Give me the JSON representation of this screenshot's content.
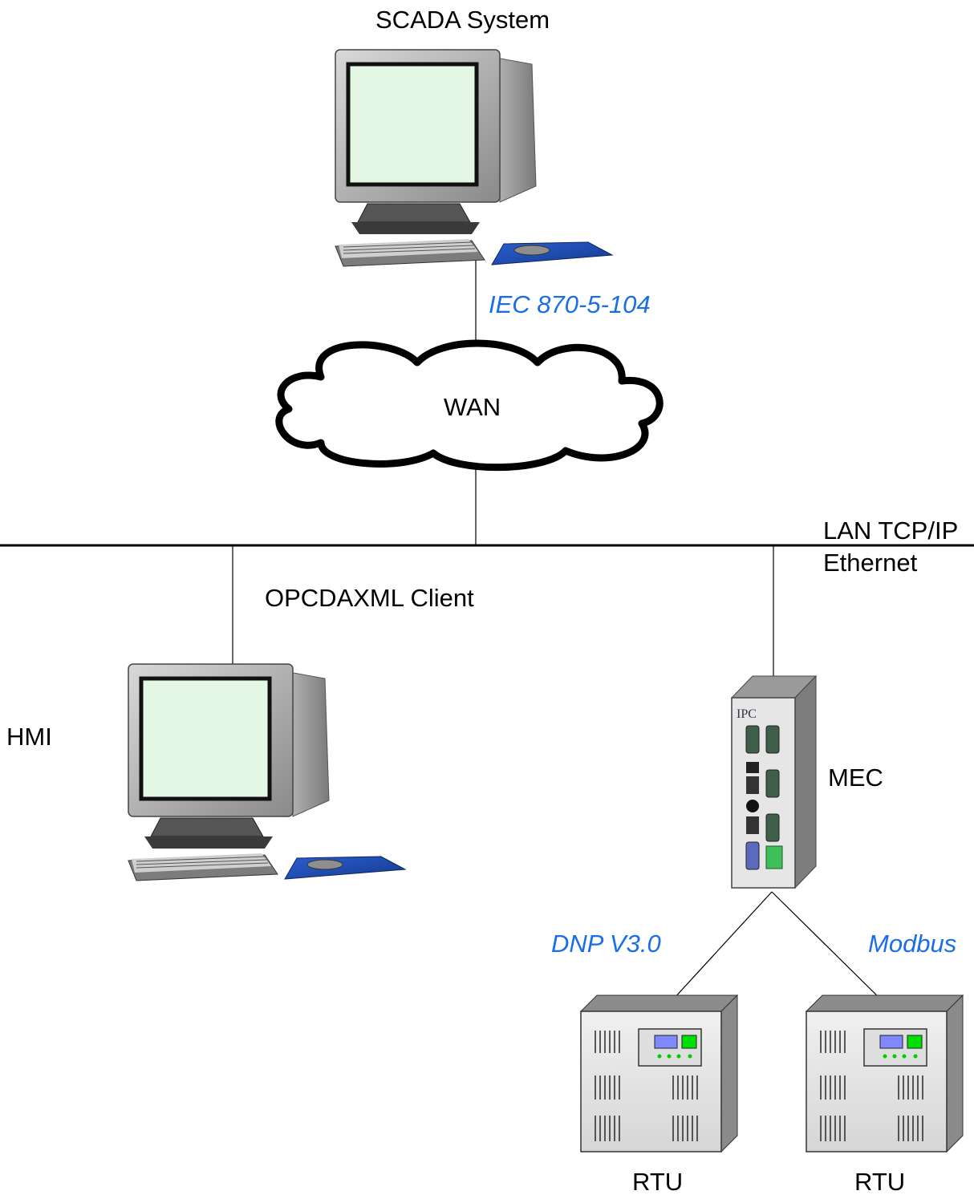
{
  "nodes": {
    "scada": "SCADA System",
    "wan": "WAN",
    "hmi": "HMI",
    "mec": "MEC",
    "rtu_left": "RTU",
    "rtu_right": "RTU"
  },
  "labels": {
    "lan_line1": "LAN TCP/IP",
    "lan_line2": "Ethernet",
    "opc_client": "OPCDAXML Client"
  },
  "protocols": {
    "iec": "IEC 870-5-104",
    "dnp": "DNP V3.0",
    "modbus": "Modbus"
  },
  "colors": {
    "protocol_text": "#1a6ee6",
    "screen": "#e4f7e4",
    "keyboard_pad": "#1f4fbf"
  }
}
